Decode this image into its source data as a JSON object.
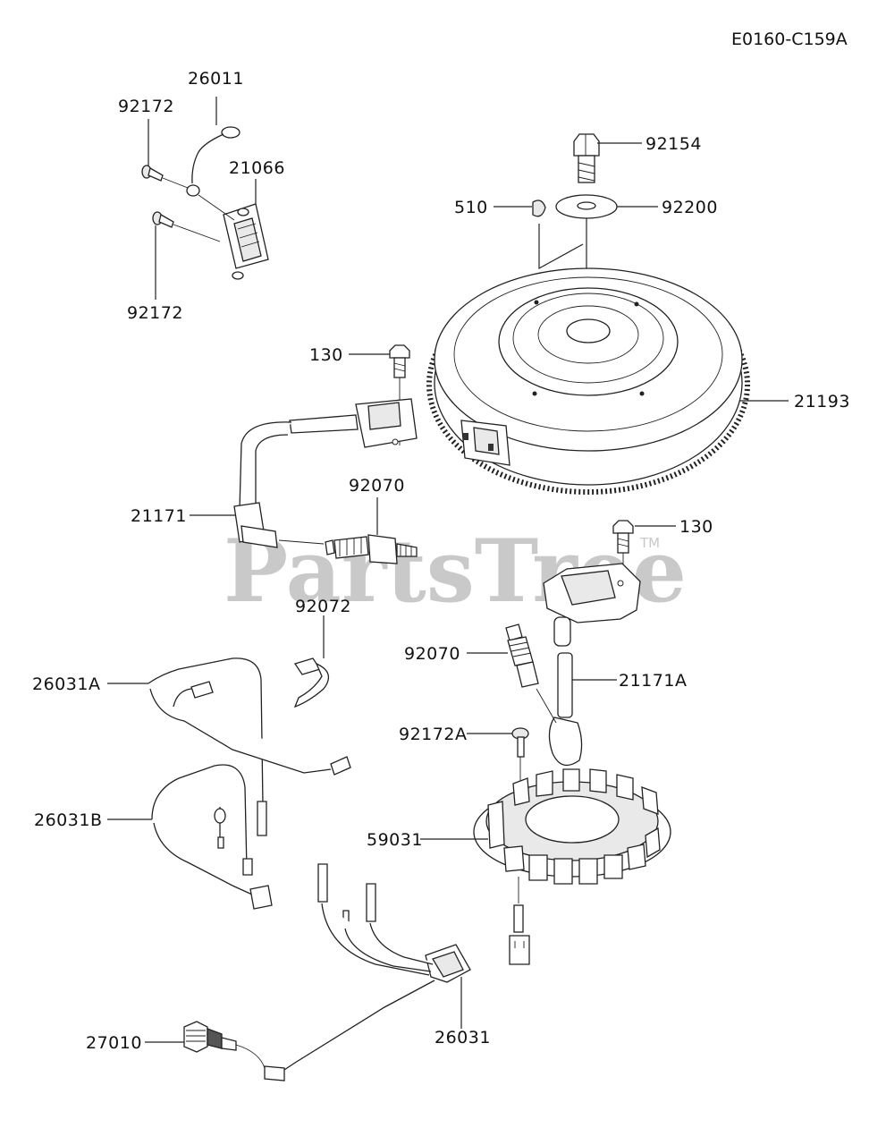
{
  "diagram_code": "E0160-C159A",
  "watermark": {
    "text": "PartsTree",
    "trademark": "TM"
  },
  "callouts": {
    "c26011": "26011",
    "c92172_top": "92172",
    "c21066": "21066",
    "c92172_bottom": "92172",
    "c92154": "92154",
    "c92200": "92200",
    "c510": "510",
    "c130_top": "130",
    "c21193": "21193",
    "c92070_top": "92070",
    "c21171": "21171",
    "c130_right": "130",
    "c92072": "92072",
    "c92070_mid": "92070",
    "c21171A": "21171A",
    "c26031A": "26031A",
    "c92172A": "92172A",
    "c26031B": "26031B",
    "c59031": "59031",
    "c27010": "27010",
    "c26031": "26031"
  }
}
